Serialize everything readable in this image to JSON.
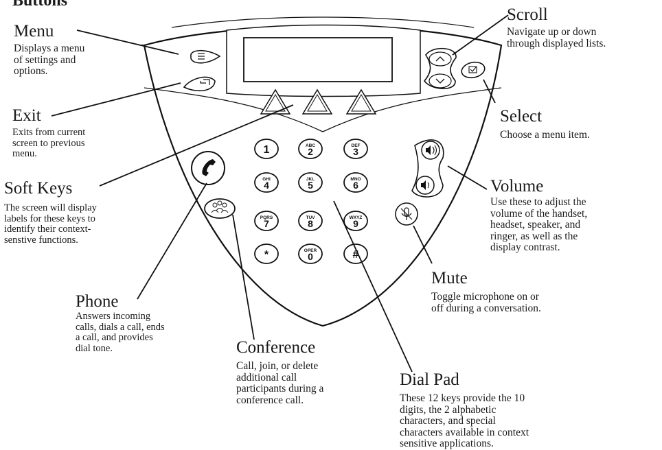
{
  "heading": "Buttons",
  "labels": {
    "menu": {
      "title": "Menu",
      "desc": [
        "Displays a menu",
        "of settings and",
        "options."
      ]
    },
    "exit": {
      "title": "Exit",
      "desc": [
        "Exits from current",
        "screen to previous",
        "menu."
      ]
    },
    "softkeys": {
      "title": "Soft Keys",
      "desc": [
        "The screen will display",
        "labels for these keys to",
        "identify their context-",
        "senstive functions."
      ]
    },
    "phone": {
      "title": "Phone",
      "desc": [
        "Answers incoming",
        "calls, dials a call, ends",
        "a call, and provides",
        "dial tone."
      ]
    },
    "conference": {
      "title": "Conference",
      "desc": [
        "Call, join, or delete",
        "additional call",
        "participants during a",
        "conference call."
      ]
    },
    "dialpad": {
      "title": "Dial Pad",
      "desc": [
        "These 12 keys provide the 10",
        "digits, the 2 alphabetic",
        "characters, and special",
        "characters available in context",
        "sensitive applications."
      ]
    },
    "scroll": {
      "title": "Scroll",
      "desc": [
        "Navigate up or down",
        "through displayed lists."
      ]
    },
    "select": {
      "title": "Select",
      "desc": [
        "Choose a menu item."
      ]
    },
    "volume": {
      "title": "Volume",
      "desc": [
        "Use these to adjust the",
        "volume of the handset,",
        "headset, speaker, and",
        "ringer, as well as the",
        "display contrast."
      ]
    },
    "mute": {
      "title": "Mute",
      "desc": [
        "Toggle microphone on or",
        "off during a conversation."
      ]
    }
  },
  "keypad": [
    {
      "digit": "1",
      "letters": ""
    },
    {
      "digit": "2",
      "letters": "ABC"
    },
    {
      "digit": "3",
      "letters": "DEF"
    },
    {
      "digit": "4",
      "letters": "GHI"
    },
    {
      "digit": "5",
      "letters": "JKL"
    },
    {
      "digit": "6",
      "letters": "MNO"
    },
    {
      "digit": "7",
      "letters": "PQRS"
    },
    {
      "digit": "8",
      "letters": "TUV"
    },
    {
      "digit": "9",
      "letters": "WXYZ"
    },
    {
      "digit": "*",
      "letters": ""
    },
    {
      "digit": "0",
      "letters": "OPER"
    },
    {
      "digit": "#",
      "letters": ""
    }
  ],
  "icons": {
    "menu_button": "menu-list-icon",
    "exit_button": "exit-arrow-icon",
    "select_button": "checkbox-icon",
    "scroll_up": "chevron-up-icon",
    "scroll_down": "chevron-down-icon",
    "volume_up": "speaker-loud-icon",
    "volume_down": "speaker-soft-icon",
    "mute": "microphone-mute-icon",
    "phone": "handset-icon",
    "conference": "people-group-icon"
  }
}
